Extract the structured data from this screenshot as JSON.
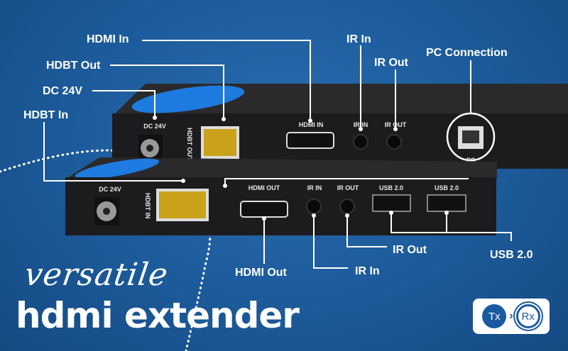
{
  "callouts": {
    "hdmi_in": "HDMI In",
    "hdbt_out": "HDBT Out",
    "dc_24v": "DC 24V",
    "hdbt_in": "HDBT In",
    "ir_in_top": "IR In",
    "ir_out_top": "IR Out",
    "pc_connection": "PC Connection",
    "hdmi_out": "HDMI Out",
    "ir_in_bottom": "IR In",
    "ir_out_bottom": "IR Out",
    "usb": "USB 2.0"
  },
  "transmitter_ports": {
    "dc": "DC 24V",
    "hdbt": "HDBT OUT",
    "hdmi": "HDMI IN",
    "ir_in": "IR IN",
    "ir_out": "IR OUT",
    "pc": "PC"
  },
  "receiver_ports": {
    "dc": "DC 24V",
    "hdbt": "HDBT IN",
    "hdmi": "HDMI OUT",
    "ir_in": "IR IN",
    "ir_out": "IR OUT",
    "usb1": "USB 2.0",
    "usb2": "USB 2.0"
  },
  "headline": {
    "script": "versatile",
    "main": "hdmi extender"
  },
  "badge": {
    "tx": "Tx",
    "rx": "Rx"
  },
  "colors": {
    "background": "#1d5c9c",
    "device": "#1c1c1e",
    "accent": "#1e7be0"
  }
}
